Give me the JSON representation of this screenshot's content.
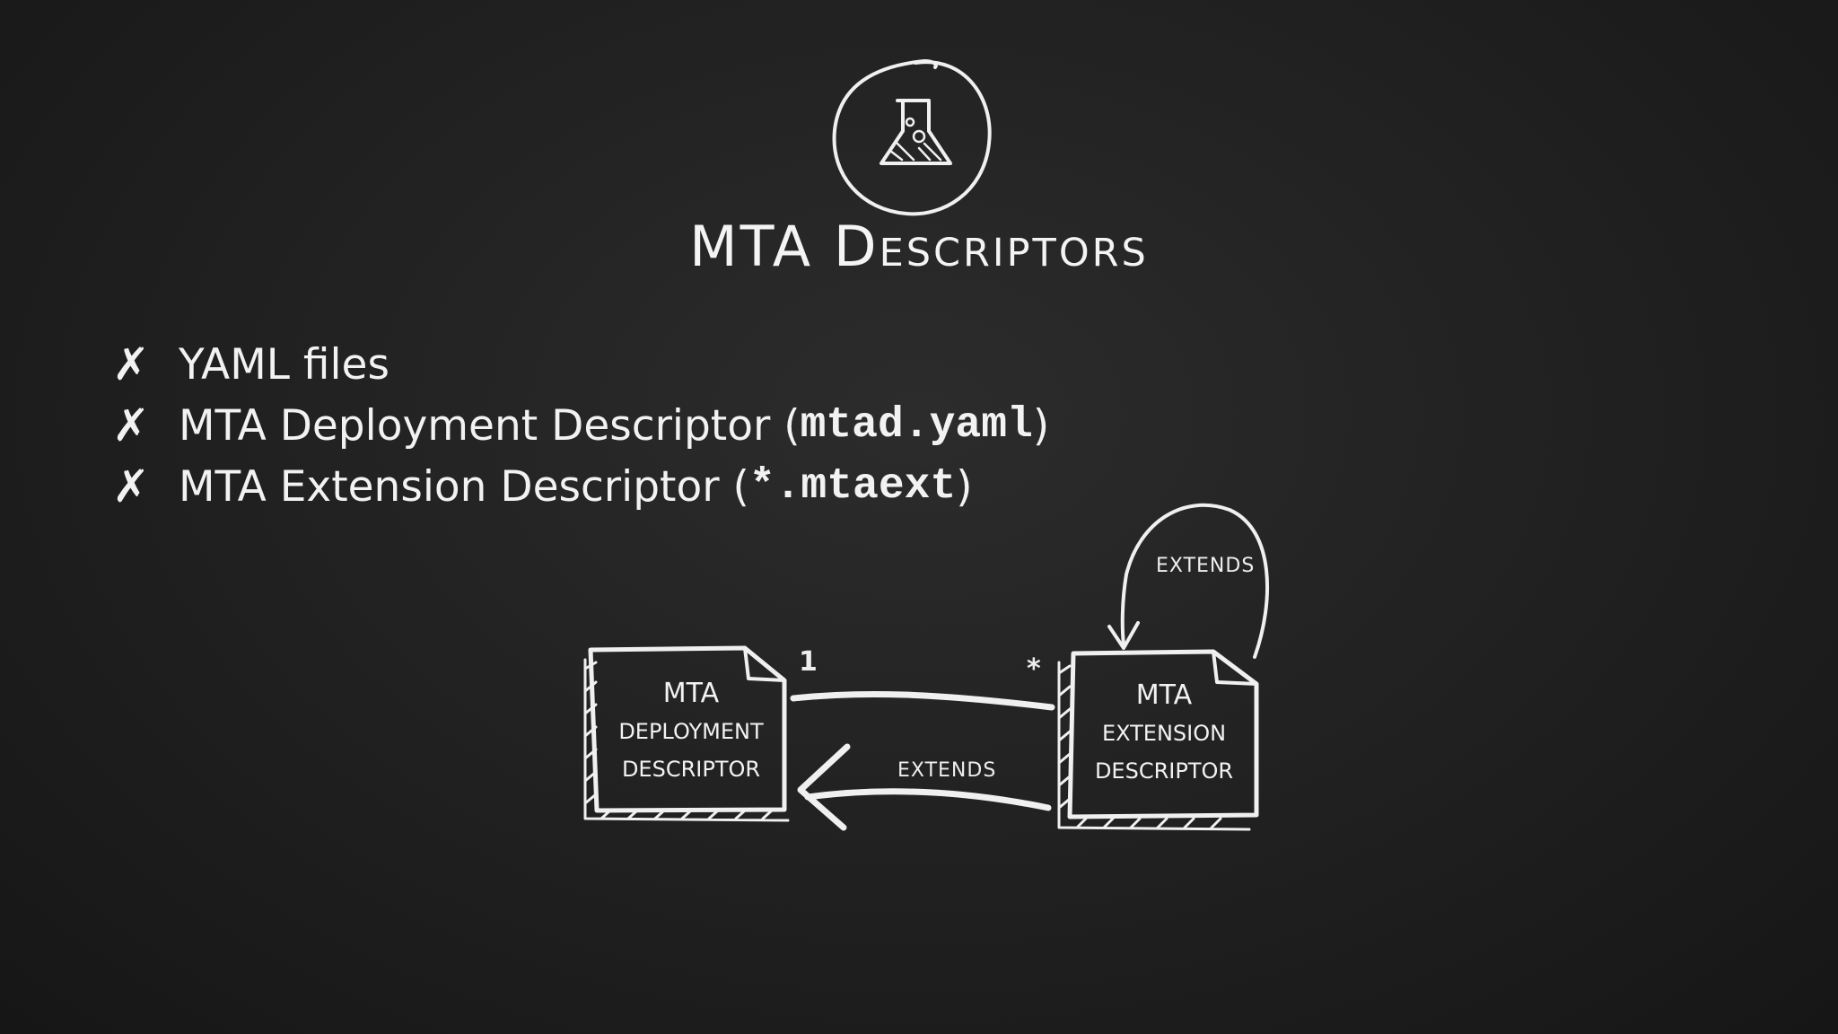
{
  "title": "MTA Descriptors",
  "bullets": [
    {
      "mark": "✗",
      "text": "YAML files",
      "code": "",
      "suffix": ""
    },
    {
      "mark": "✗",
      "text": "MTA Deployment Descriptor (",
      "code": "mtad.yaml",
      "suffix": ")"
    },
    {
      "mark": "✗",
      "text": "MTA Extension Descriptor (",
      "code": "*.mtaext",
      "suffix": ")"
    }
  ],
  "diagram": {
    "deployment_doc": {
      "line1": "MTA",
      "line2": "deployment",
      "line3": "descriptor"
    },
    "extension_doc": {
      "line1": "MTA",
      "line2": "extension",
      "line3": "descriptor"
    },
    "multiplicity_left": "1",
    "multiplicity_right": "*",
    "edge_label_bottom": "extends",
    "edge_label_self": "extends"
  },
  "icons": {
    "badge": "flask-icon"
  },
  "colors": {
    "background": "#222222",
    "chalk": "#f0f0f0"
  }
}
